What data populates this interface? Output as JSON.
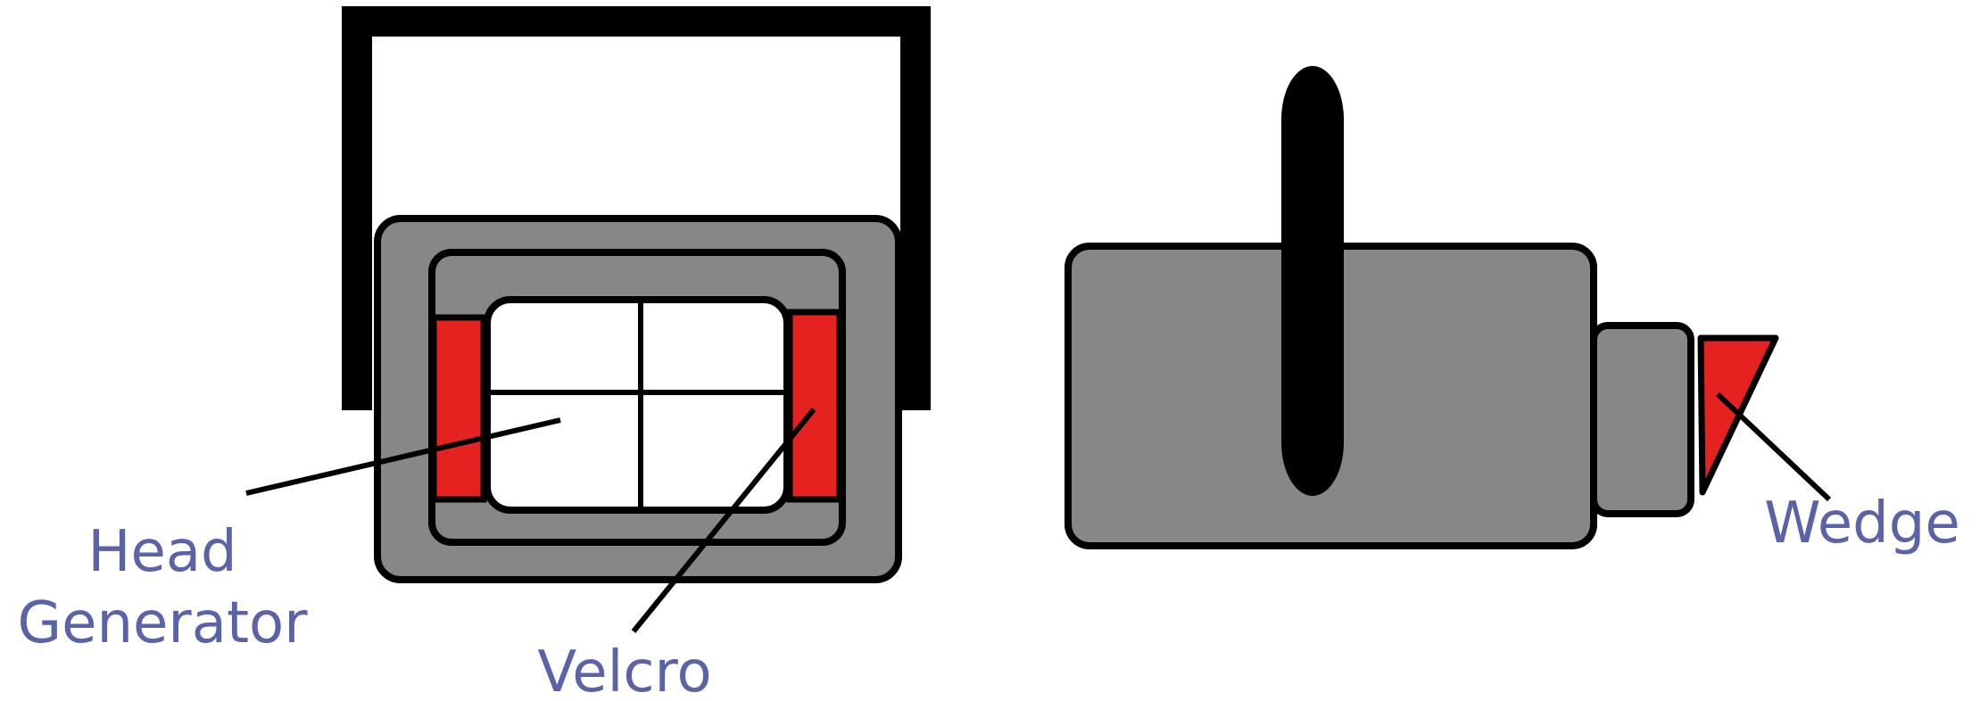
{
  "labels": {
    "head_generator_line1": "Head",
    "head_generator_line2": "Generator",
    "velcro": "Velcro",
    "wedge": "Wedge"
  },
  "colors": {
    "outline": "#000000",
    "body_gray": "#878787",
    "velcro_red": "#e5221f",
    "wedge_red": "#e5221f",
    "label_blue": "#5a62a8",
    "background": "#ffffff"
  }
}
